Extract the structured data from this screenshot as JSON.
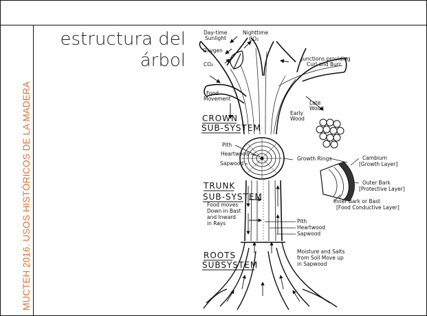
{
  "sidebar": {
    "text": "MUCTEH 2016. USOS HISTÓRICOS DE LA MADERA",
    "color": "#E0702A"
  },
  "title": {
    "line1": "estructura del",
    "line2": "árbol"
  },
  "diagram": {
    "top_left": [
      "Day-time",
      "Sunlight",
      "Oxygen",
      "CO₂"
    ],
    "nighttime": [
      "Nighttime",
      "CO₂"
    ],
    "junctions": [
      "Junctions providing",
      "Curl and Burr"
    ],
    "food_movement": [
      "Food",
      "Movement"
    ],
    "late_wood": [
      "Late",
      "Wood"
    ],
    "early_wood": [
      "Early",
      "Wood"
    ],
    "crown": [
      "CROWN",
      "SUB-SYSTEM"
    ],
    "pith_top": "Pith",
    "heartwood_top": "Heartwood",
    "sapwood_top": "Sapwood",
    "growth_rings": "Growth Rings",
    "cambium": [
      "Cambium",
      "[Growth Layer]"
    ],
    "outer_bark": [
      "Outer Bark",
      "[Protective Layer]"
    ],
    "inner_bark": [
      "Inner Bark or Bast",
      "[Food Conductive Layer]"
    ],
    "trunk": [
      "TRUNK",
      "SUB-SYSTEM"
    ],
    "food_moves": [
      "Food moves",
      "Down in Bast",
      "and Inward",
      "in Rays"
    ],
    "pith_bottom": "Pith",
    "heartwood_bottom": "Heartwood",
    "sapwood_bottom": "Sapwood",
    "roots": [
      "ROOTS",
      "SUBSYSTEM"
    ],
    "moisture": [
      "Moisture and Salts",
      "from Soil Move up",
      "in Sapwood"
    ]
  }
}
